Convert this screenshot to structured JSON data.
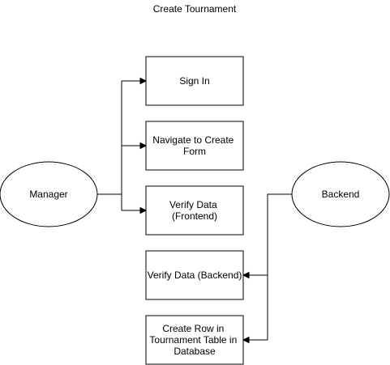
{
  "title": "Create Tournament",
  "actors": {
    "manager": {
      "label": "Manager"
    },
    "backend": {
      "label": "Backend"
    }
  },
  "steps": {
    "sign_in": {
      "lines": [
        "Sign In"
      ]
    },
    "navigate": {
      "lines": [
        "Navigate to Create",
        "Form"
      ]
    },
    "verify_frontend": {
      "lines": [
        "Verify Data",
        "(Frontend)"
      ]
    },
    "verify_backend": {
      "lines": [
        "Verify Data (Backend)"
      ]
    },
    "create_row": {
      "lines": [
        "Create Row in",
        "Tournament Table in",
        "Database"
      ]
    }
  },
  "edges": [
    {
      "from": "manager",
      "to": "sign_in"
    },
    {
      "from": "manager",
      "to": "navigate"
    },
    {
      "from": "manager",
      "to": "verify_frontend"
    },
    {
      "from": "backend",
      "to": "verify_backend"
    },
    {
      "from": "backend",
      "to": "create_row"
    }
  ]
}
